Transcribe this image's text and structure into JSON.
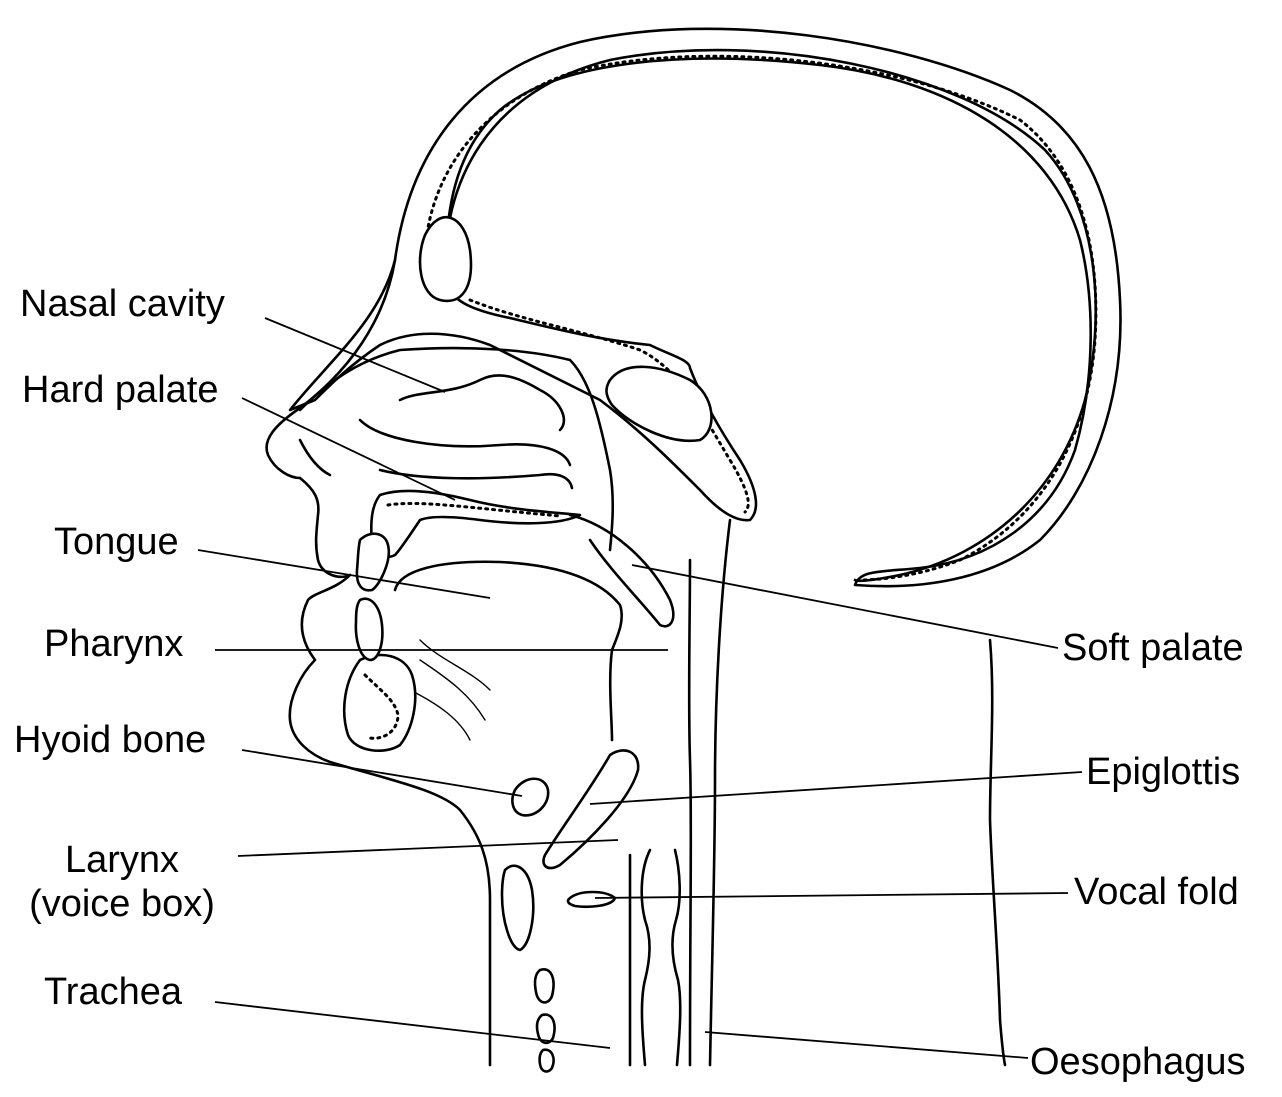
{
  "labels": {
    "nasal_cavity": "Nasal cavity",
    "hard_palate": "Hard palate",
    "tongue": "Tongue",
    "pharynx": "Pharynx",
    "hyoid_bone": "Hyoid bone",
    "larynx_line1": "Larynx",
    "larynx_line2": "(voice box)",
    "trachea": "Trachea",
    "soft_palate": "Soft palate",
    "epiglottis": "Epiglottis",
    "vocal_fold": "Vocal fold",
    "oesophagus": "Oesophagus"
  }
}
